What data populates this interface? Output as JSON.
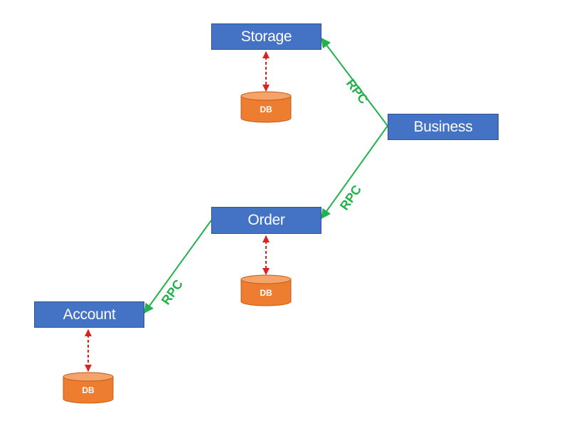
{
  "services": {
    "storage": "Storage",
    "business": "Business",
    "order": "Order",
    "account": "Account"
  },
  "databases": {
    "storage_db": "DB",
    "order_db": "DB",
    "account_db": "DB"
  },
  "connections": {
    "business_to_storage": "RPC",
    "business_to_order": "RPC",
    "order_to_account": "RPC"
  },
  "colors": {
    "service_fill": "#4472c4",
    "db_fill": "#ed7d31",
    "rpc_line": "#22b14c",
    "db_link": "#e0201b"
  }
}
